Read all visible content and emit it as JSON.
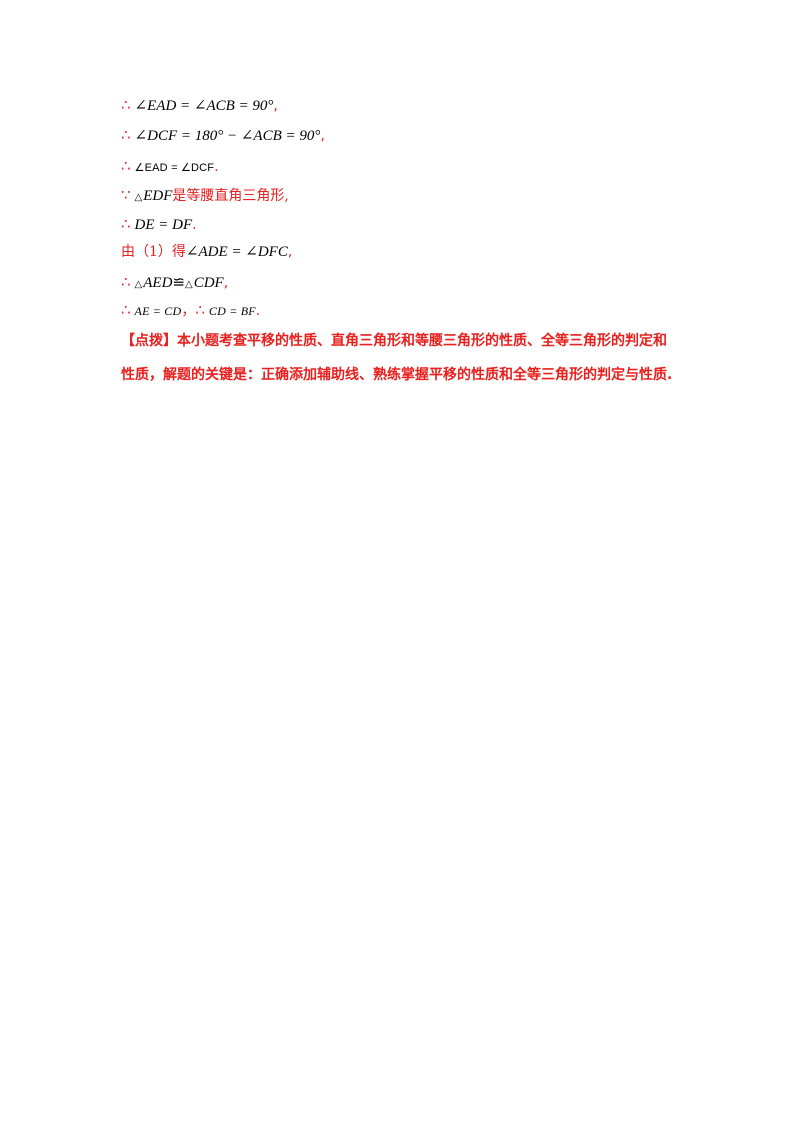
{
  "lines": [
    {
      "symbol": "∴",
      "math": "∠EAD = ∠ACB = 90°",
      "punct": ","
    },
    {
      "symbol": "∴",
      "math": "∠DCF = 180° − ∠ACB = 90°",
      "punct": ","
    },
    {
      "symbol": "∴",
      "math": "∠EAD = ∠DCF",
      "punct": "."
    },
    {
      "symbol": "∵",
      "tri": "△",
      "math": "EDF",
      "text": "是等腰直角三角形,"
    },
    {
      "symbol": "∴",
      "math": "DE = DF",
      "punct": "."
    },
    {
      "prefix": "由（1）得",
      "math": "∠ADE = ∠DFC",
      "punct": ","
    },
    {
      "symbol": "∴",
      "tri1": "△",
      "math1": "AED",
      "cong": "≌",
      "tri2": "△",
      "math2": "CDF",
      "punct": ","
    },
    {
      "symbol": "∴",
      "math1": "AE = CD",
      "sep": "，",
      "symbol2": "∴",
      "math2": "CD = BF",
      "punct": "."
    }
  ],
  "note": {
    "label": "【点拨】",
    "line1": "本小题考查平移的性质、直角三角形和等腰三角形的性质、全等三角形的判定和",
    "line2": "性质，解题的关键是：正确添加辅助线、熟练掌握平移的性质和全等三角形的判定与性质."
  },
  "colors": {
    "accent": "#e8201e",
    "math": "#000000"
  }
}
